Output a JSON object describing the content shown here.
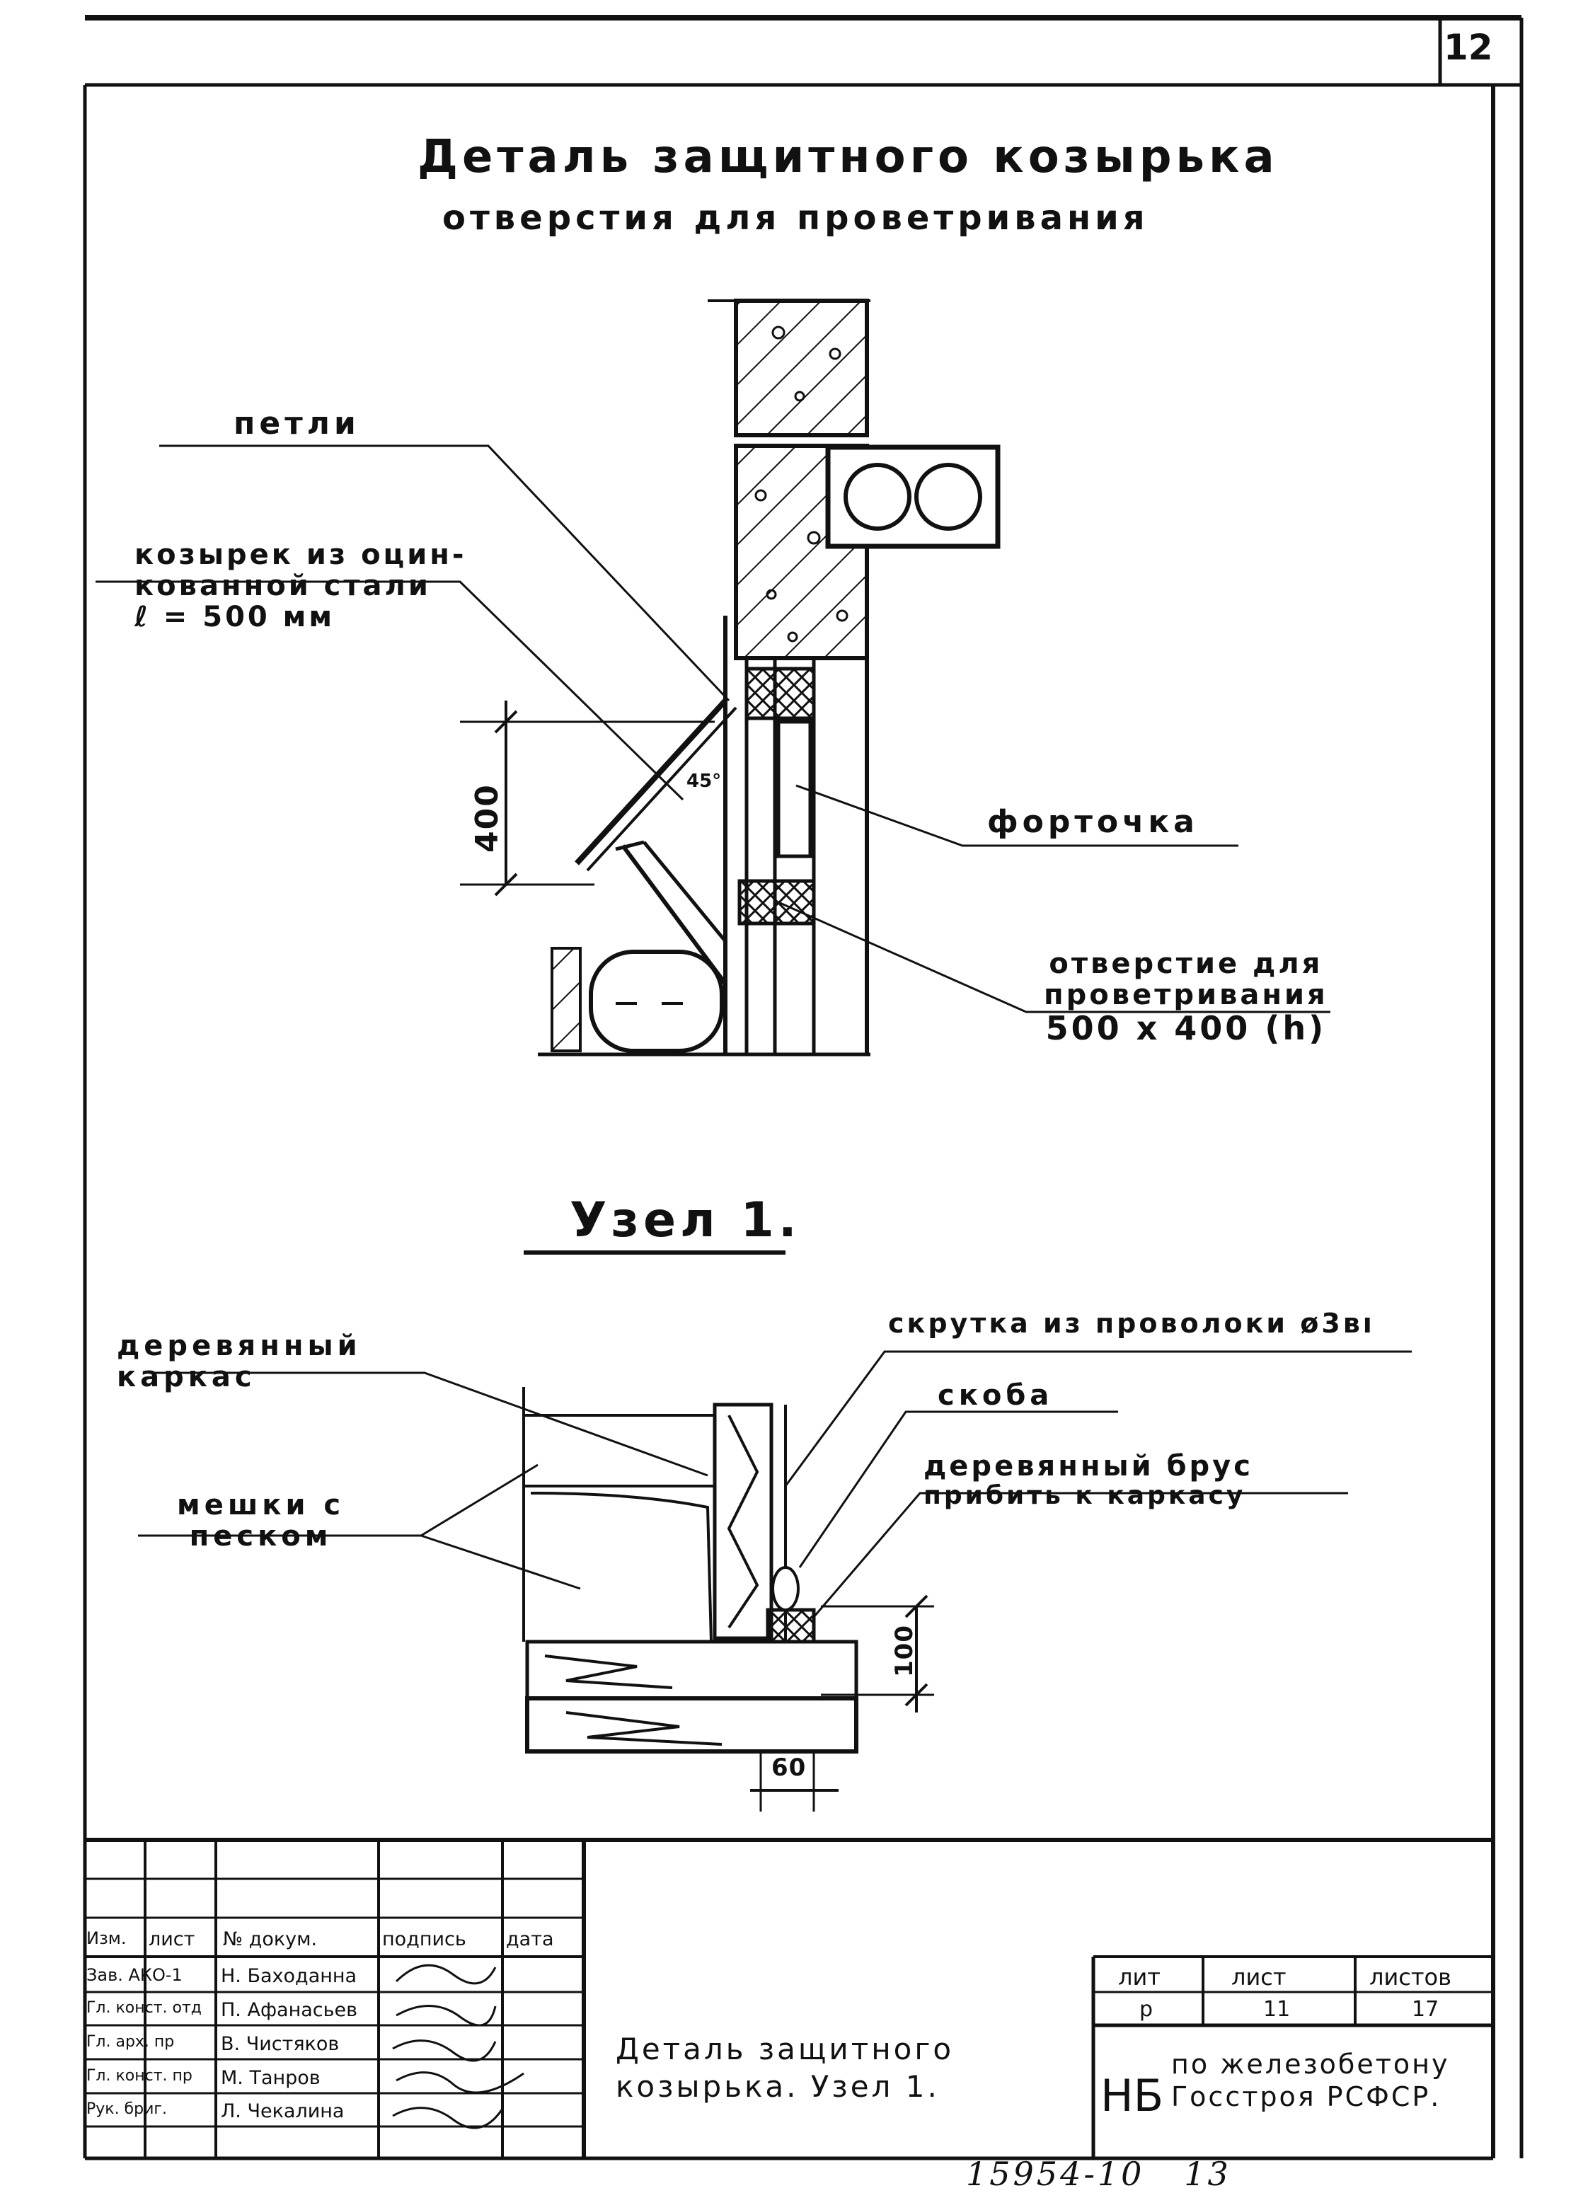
{
  "sheet_number": "12",
  "title": "Деталь защитного козырька",
  "subtitle": "отверстия для проветривания",
  "detail_labels": {
    "loops": "петли",
    "visor": [
      "козырек из оцин-",
      "кованной стали",
      "ℓ = 500 мм"
    ],
    "dim_400": "400",
    "angle": "45°",
    "vent_window": "форточка",
    "vent_opening": [
      "отверстие для",
      "проветривания",
      "500 х 400 (h)"
    ]
  },
  "node_title": "Узел 1.",
  "node_labels": {
    "frame": [
      "деревянный",
      "каркас"
    ],
    "wire_twist": "скрутка из проволоки ø3вı",
    "bracket": "скоба",
    "beam": [
      "деревянный брус",
      "прибить к каркасу"
    ],
    "sandbags": [
      "мешки с",
      "песком"
    ],
    "dim_100": "100",
    "dim_60": "60"
  },
  "title_block": {
    "headers": [
      "Изм.",
      "лист",
      "№ докум.",
      "подпись",
      "дата"
    ],
    "rows": [
      {
        "role": "Зав. АКО-1",
        "name": "Н. Баходанна"
      },
      {
        "role": "Гл. конст. отд",
        "name": "П. Афанасьев"
      },
      {
        "role": "Гл. арх. пр",
        "name": "В. Чистяков"
      },
      {
        "role": "Гл. конст. пр",
        "name": "М. Танров"
      },
      {
        "role": "Рук. бриг.",
        "name": "Л. Чекалина"
      }
    ],
    "sheet_title": [
      "Деталь защитного",
      "козырька. Узел 1."
    ],
    "col_headers": [
      "лит",
      "лист",
      "листов"
    ],
    "col_values": [
      "р",
      "11",
      "17"
    ],
    "org_abbr": "НБ",
    "org_name": [
      "по железобетону",
      "Госстроя РСФСР."
    ]
  },
  "footer_code": "15954-10   13"
}
